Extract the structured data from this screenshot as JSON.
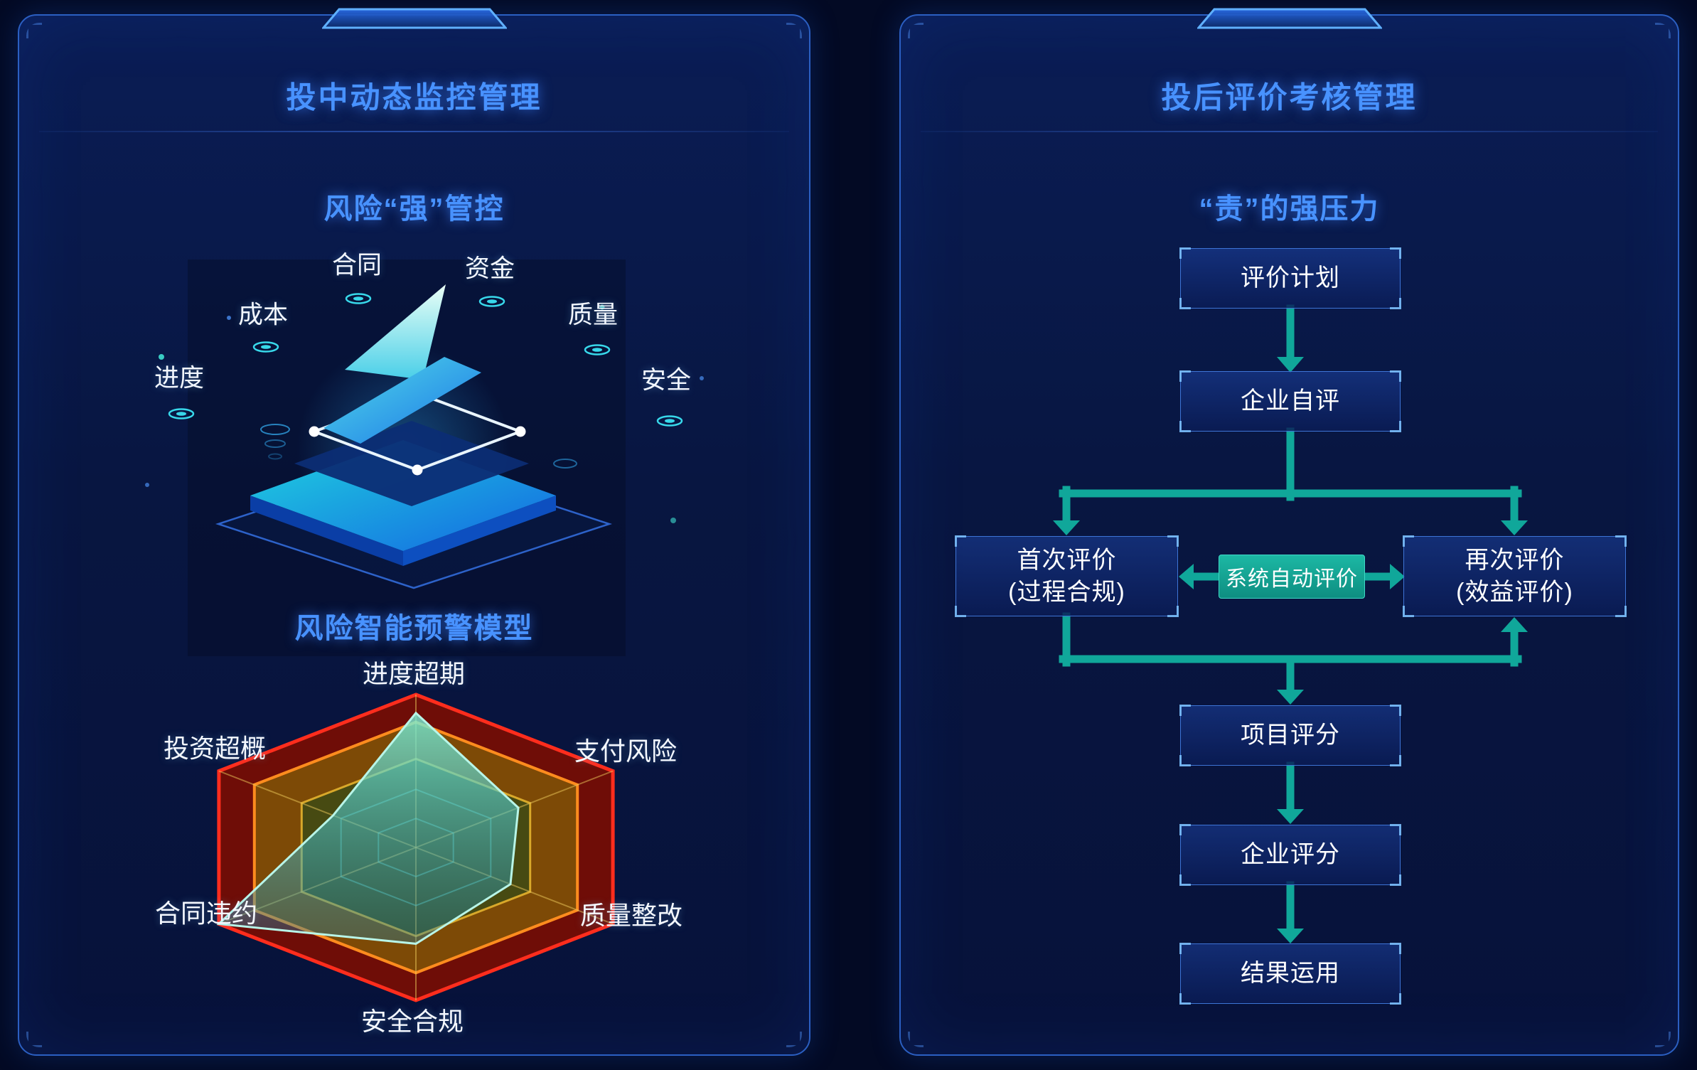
{
  "colors": {
    "accent_blue": "#4892ff",
    "flow_teal": "#10a79a",
    "panel_border": "#2b5fc2"
  },
  "left": {
    "title": "投中动态监控管理",
    "subtitle": "风险“强”管控",
    "monitor_labels": [
      "合同",
      "资金",
      "成本",
      "质量",
      "进度",
      "安全"
    ],
    "model_title": "风险智能预警模型"
  },
  "right": {
    "title": "投后评价考核管理",
    "subtitle": "“责”的强压力",
    "flow": {
      "plan": "评价计划",
      "self_eval": "企业自评",
      "first_eval_line1": "首次评价",
      "first_eval_line2": "(过程合规)",
      "auto_eval": "系统自动评价",
      "re_eval_line1": "再次评价",
      "re_eval_line2": "(效益评价)",
      "project_score": "项目评分",
      "company_score": "企业评分",
      "result_use": "结果运用"
    }
  },
  "chart_data": {
    "type": "radar",
    "title": "风险智能预警模型",
    "categories": [
      "进度超期",
      "支付风险",
      "质量整改",
      "安全合规",
      "合同违约",
      "投资超概"
    ],
    "values": [
      0.88,
      0.52,
      0.48,
      0.63,
      1.0,
      0.42
    ],
    "max": 1,
    "legend": "none",
    "rings": [
      {
        "r": 1.0,
        "fill": "#6f0d07",
        "stroke": "#ff2d1d"
      },
      {
        "r": 0.82,
        "fill": "#7d4a06",
        "stroke": "#ff8c1e"
      },
      {
        "r": 0.58,
        "fill": "#474a12",
        "stroke": "#d8a82a"
      }
    ],
    "grid_rings": [
      0.38,
      0.19
    ],
    "grid_color": "rgba(120,230,210,0.45)",
    "spoke_color": "rgba(235,200,90,0.5)",
    "data_fill_top": "rgba(120,245,220,0.8)",
    "data_fill_bottom": "rgba(20,130,170,0.35)",
    "data_stroke": "#b8f5e8"
  }
}
